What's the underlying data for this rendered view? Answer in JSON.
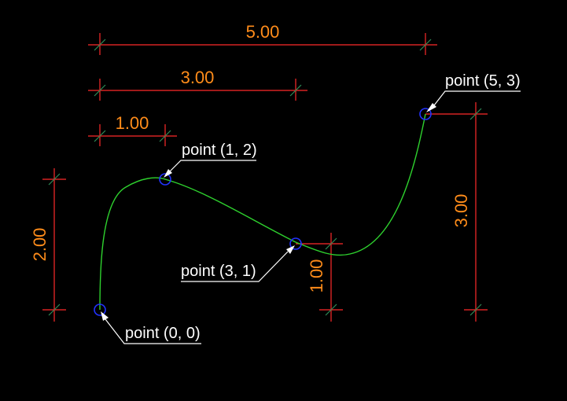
{
  "colors": {
    "background": "#000000",
    "dimension": "#ff2a2a",
    "dimension_text": "#ff8c1a",
    "curve": "#2ed12e",
    "point_marker": "#2233ff",
    "label": "#ffffff"
  },
  "dimensions": {
    "h_500": "5.00",
    "h_300": "3.00",
    "h_100": "1.00",
    "v_200": "2.00",
    "v_100": "1.00",
    "v_300": "3.00"
  },
  "labels": {
    "p00": "point (0, 0)",
    "p12": "point (1, 2)",
    "p31": "point (3, 1)",
    "p53": "point (5, 3)"
  }
}
